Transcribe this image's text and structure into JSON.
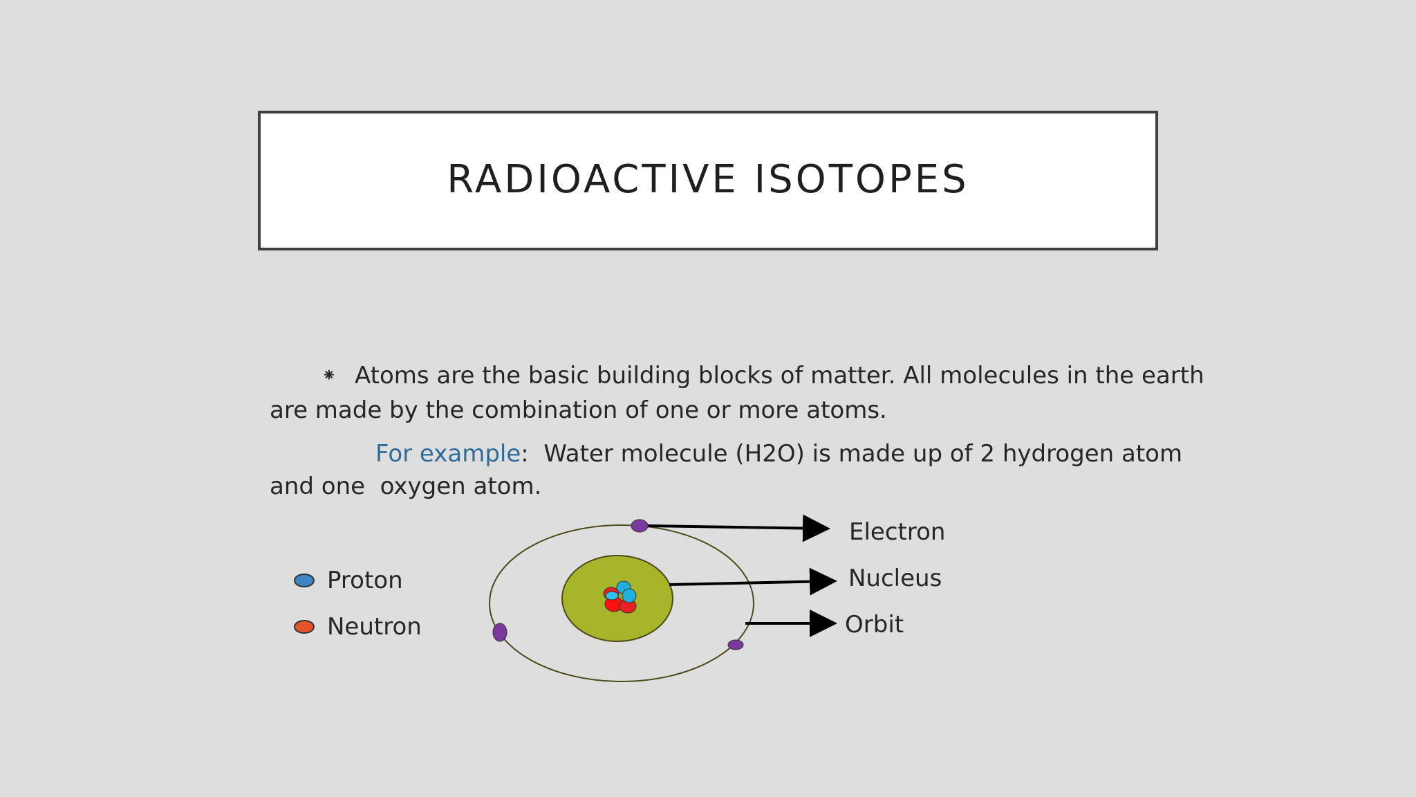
{
  "slide": {
    "title": "RADIOACTIVE ISOTOPES",
    "bullet_symbol": "⁕",
    "para1_line1": "Atoms are the basic building blocks of matter. All molecules in the earth",
    "para1_line2": "are made by the combination of one or more atoms.",
    "example_label": "For  example",
    "example_colon": ":",
    "example_line1": "  Water molecule (H2O) is made up of 2 hydrogen atom",
    "example_line2": "and one  oxygen atom."
  },
  "legend": [
    {
      "label": "Proton",
      "color": "#3f86c4"
    },
    {
      "label": "Neutron",
      "color": "#e8542a"
    }
  ],
  "diagram_labels": {
    "electron": "Electron",
    "nucleus": "Nucleus",
    "orbit": "Orbit"
  },
  "colors": {
    "accent": "#2f6c9a",
    "nucleus": "#a6b52a",
    "electron": "#7a3a9c",
    "orbit": "#4a4a1a"
  }
}
